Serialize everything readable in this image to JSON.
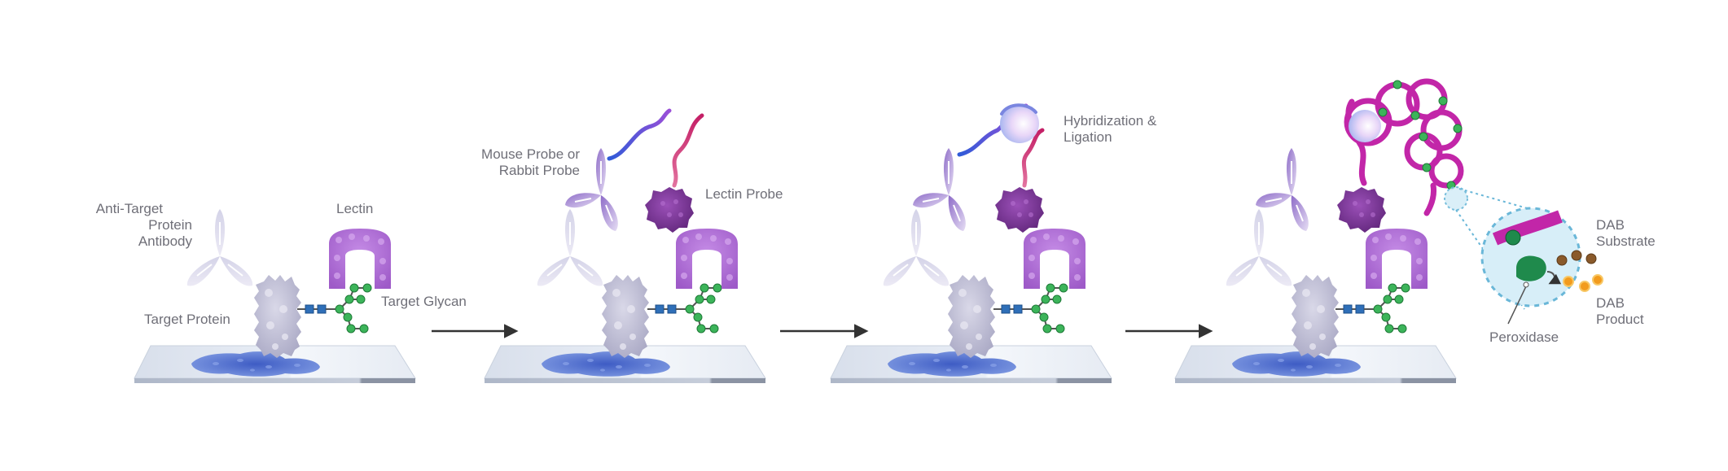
{
  "labels": {
    "anti_target_line1": "Anti-Target",
    "anti_target_line2": "Protein",
    "anti_target_line3": "Antibody",
    "lectin": "Lectin",
    "target_protein": "Target Protein",
    "target_glycan": "Target Glycan",
    "mouse_probe_line1": "Mouse Probe or",
    "mouse_probe_line2": "Rabbit Probe",
    "lectin_probe": "Lectin Probe",
    "hybridization_line1": "Hybridization &",
    "hybridization_line2": "Ligation",
    "dab_substrate_line1": "DAB",
    "dab_substrate_line2": "Substrate",
    "dab_product_line1": "DAB",
    "dab_product_line2": "Product",
    "peroxidase": "Peroxidase"
  },
  "colors": {
    "antibody": "#c9c7e0",
    "target_protein": "#c3c2d8",
    "lectin": "#b57ad8",
    "lectin_probe": "#7a3596",
    "glycan_green": "#3cb45a",
    "glycan_blue": "#2f6fb8",
    "probe_purple": "#8a6cc4",
    "dna_blue": "#3a66d8",
    "dna_pink": "#d4266e",
    "rca_magenta": "#c226a8",
    "slide_top": "#dde4ef",
    "stain_blue": "#4a69c9",
    "magnifier_fill": "#d7eef8",
    "magnifier_edge": "#6ab7d8",
    "peroxidase_green": "#1f8a4c",
    "dab_brown": "#8a5a2b",
    "dab_orange": "#f29b1d",
    "arrow": "#333333"
  }
}
